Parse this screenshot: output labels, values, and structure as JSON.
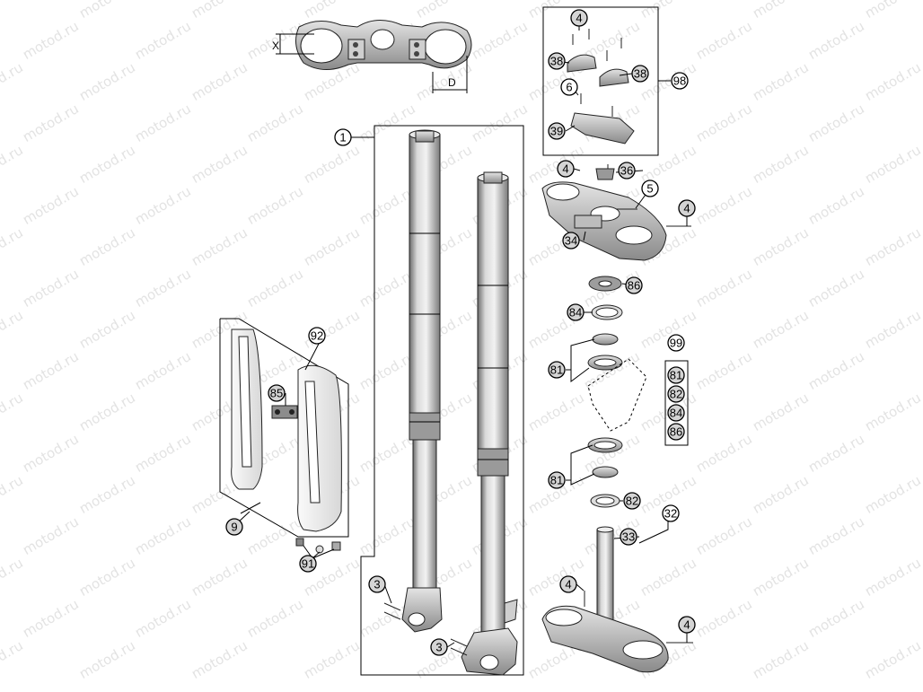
{
  "watermark": {
    "text": "motod.ru"
  },
  "dimension_labels": {
    "x": "X",
    "d": "D"
  },
  "callouts": {
    "fork_assembly": "1",
    "clamp_screws_left": "3",
    "clamp_screws_right": "3",
    "bolts_top_clamp": "4",
    "bolts_top_screw": "4",
    "bolts_side_screw": "4",
    "bolts_bottom_screw": "4",
    "bolts_bottom_side": "4",
    "screw_5": "5",
    "screw_6": "6",
    "screw_9": "9",
    "clamp_lower": "38",
    "clamp_upper": "38",
    "bridge_39": "39",
    "steering_stem_32": "32",
    "stem_33": "33",
    "triple_clamp_34": "34",
    "nut_36": "36",
    "bearing_upper": "81",
    "bearing_lower": "81",
    "seal_82": "82",
    "ring_84": "84",
    "cover_86": "86",
    "clip_85": "85",
    "guard_kit_92": "92",
    "screws_91": "91",
    "handlebar_kit_98": "98",
    "bearing_kit_99": "99",
    "kit_items": [
      "81",
      "82",
      "84",
      "86"
    ]
  }
}
